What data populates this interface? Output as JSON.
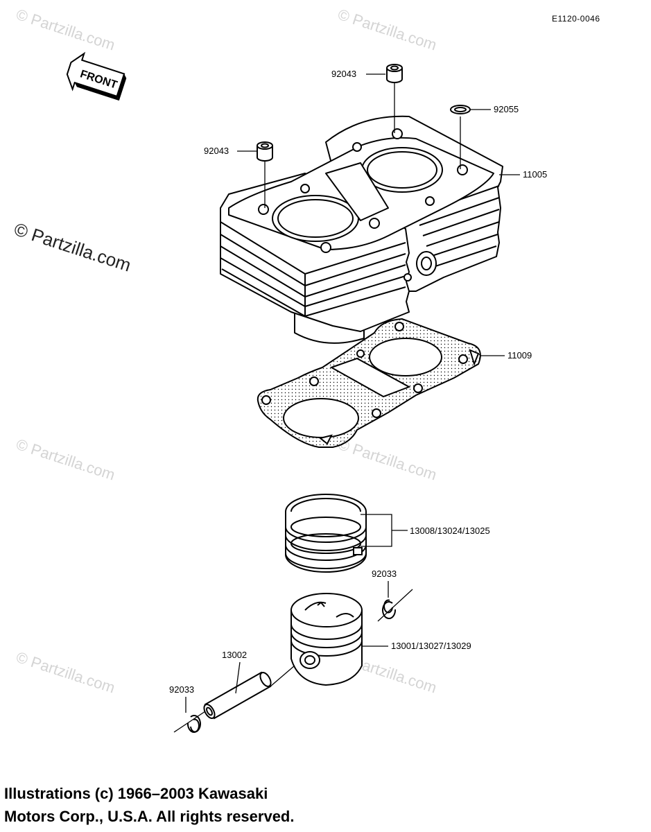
{
  "diagram_ref": "E1120-0046",
  "front_label": "FRONT",
  "watermark": "© Partzilla.com",
  "callouts": {
    "p92043_top": "92043",
    "p92043_left": "92043",
    "p92055": "92055",
    "p11005": "11005",
    "p11009": "11009",
    "p13008": "13008/13024/13025",
    "p92033_right": "92033",
    "p13001": "13001/13027/13029",
    "p13002": "13002",
    "p92033_left": "92033"
  },
  "copyright": {
    "line1": "Illustrations (c) 1966–2003 Kawasaki",
    "line2": "Motors Corp., U.S.A.  All rights reserved."
  }
}
